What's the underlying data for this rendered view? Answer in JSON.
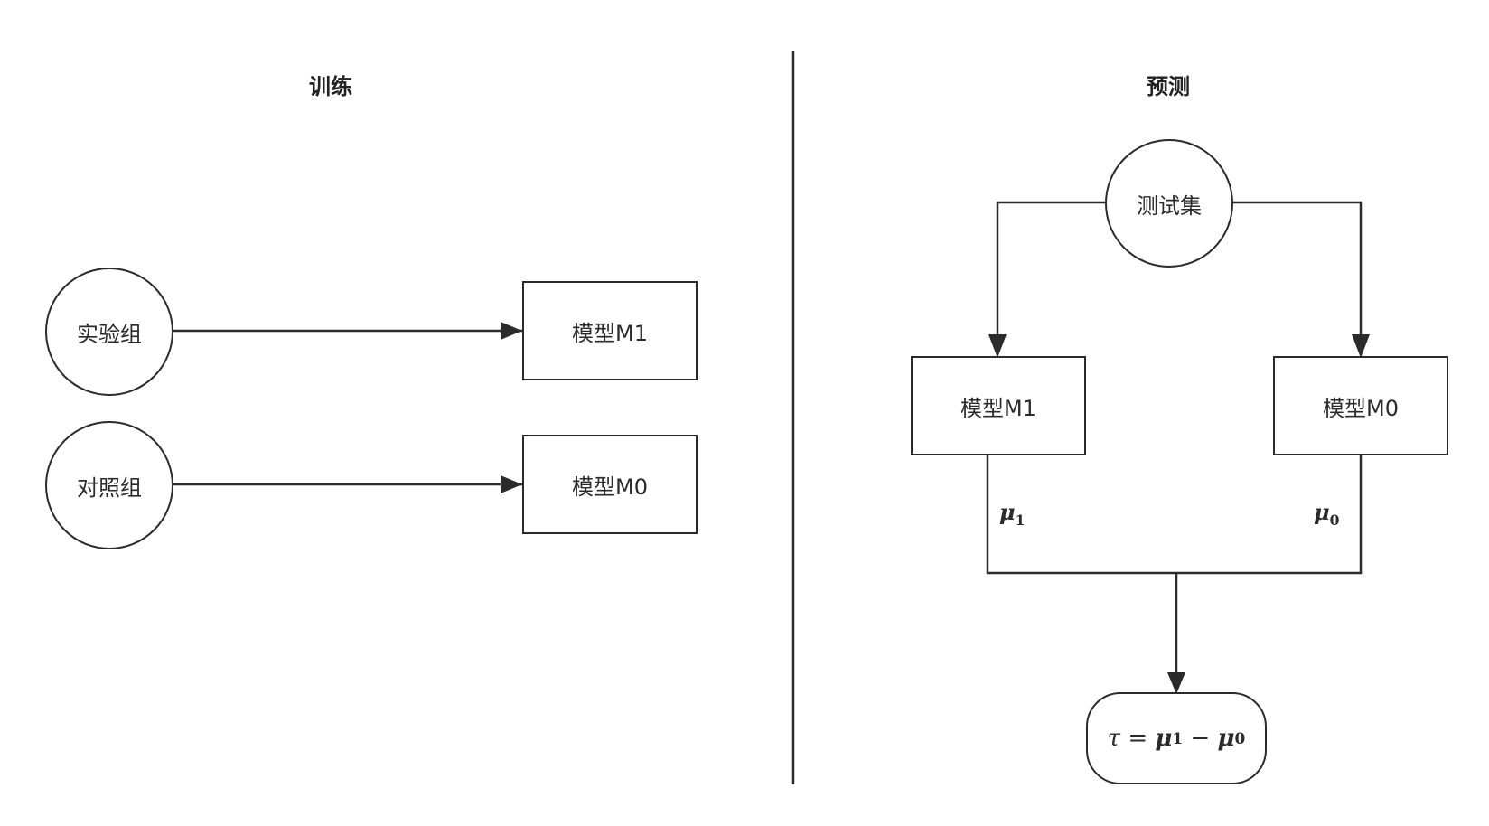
{
  "train": {
    "title": "训练",
    "group_treatment": "实验组",
    "group_control": "对照组",
    "model_m1": "模型M1",
    "model_m0": "模型M0"
  },
  "predict": {
    "title": "预测",
    "test_set": "测试集",
    "model_m1": "模型M1",
    "model_m0": "模型M0",
    "mu1_symbol": "μ",
    "mu1_sub": "1",
    "mu0_symbol": "μ",
    "mu0_sub": "0",
    "result_tau": "τ",
    "result_eq": " = ",
    "result_mu1": "μ",
    "result_mu1_sub": "1",
    "result_minus": " − ",
    "result_mu0": "μ",
    "result_mu0_sub": "0"
  },
  "colors": {
    "stroke": "#2b2b2b",
    "background": "#ffffff"
  }
}
